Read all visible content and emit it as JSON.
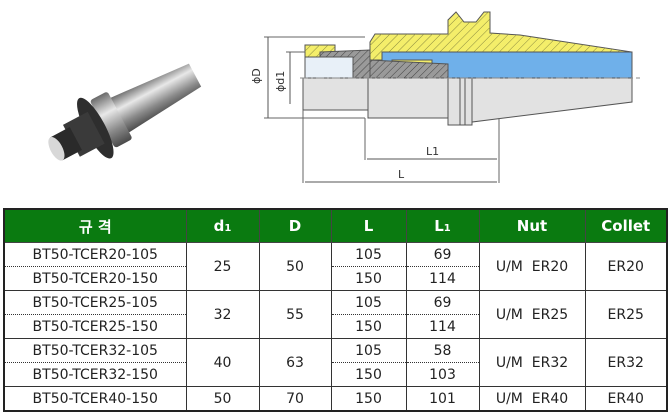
{
  "table": {
    "headers": {
      "spec": "규 격",
      "d1_main": "d",
      "d1_sub": "1",
      "D": "D",
      "L": "L",
      "L1_main": "L",
      "L1_sub": "1",
      "nut": "Nut",
      "collet": "Collet"
    },
    "groups": [
      {
        "models": [
          "BT50-TCER20-105",
          "BT50-TCER20-150"
        ],
        "d1": "25",
        "D": "50",
        "L": [
          "105",
          "150"
        ],
        "L1": [
          "69",
          "114"
        ],
        "nut": "U/M  ER20",
        "collet": "ER20"
      },
      {
        "models": [
          "BT50-TCER25-105",
          "BT50-TCER25-150"
        ],
        "d1": "32",
        "D": "55",
        "L": [
          "105",
          "150"
        ],
        "L1": [
          "69",
          "114"
        ],
        "nut": "U/M  ER25",
        "collet": "ER25"
      },
      {
        "models": [
          "BT50-TCER32-105",
          "BT50-TCER32-150"
        ],
        "d1": "40",
        "D": "63",
        "L": [
          "105",
          "150"
        ],
        "L1": [
          "58",
          "103"
        ],
        "nut": "U/M  ER32",
        "collet": "ER32"
      }
    ],
    "single": {
      "model": "BT50-TCER40-150",
      "d1": "50",
      "D": "70",
      "L": "150",
      "L1": "101",
      "nut": "U/M  ER40",
      "collet": "ER40"
    }
  },
  "drawing": {
    "label_D": "ϕD",
    "label_d1": "ϕd1",
    "label_L1": "L1",
    "label_L": "L"
  },
  "colors": {
    "header_green": "#0a7a10",
    "section_yellow": "#f4ee6a",
    "section_blue": "#6fb0ea",
    "body_gray": "#e2e2e2"
  }
}
